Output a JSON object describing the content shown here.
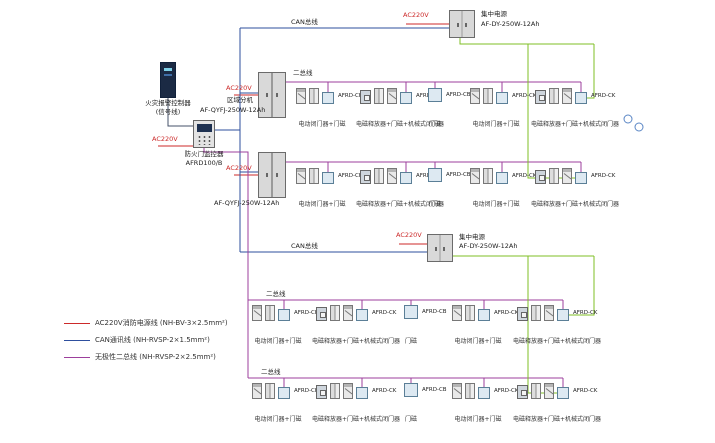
{
  "labels": {
    "can_bus": "CAN总线",
    "two_bus": "二总线",
    "ac220v": "AC220V",
    "central_power_name": "集中电源",
    "central_power_model": "AF-DY-250W-12Ah",
    "regional_unit_name": "区域分机",
    "regional_unit_model": "AF-QYFJ-250W-12Ah",
    "fire_alarm_controller_name": "火灾报警控制器",
    "fire_alarm_controller_sub": "(信号线)",
    "door_monitor_name": "防火门监控器",
    "door_monitor_model": "AFRD100/B"
  },
  "legend": {
    "items": [
      {
        "label": "AC220V消防电源线 (NH-BV-3×2.5mm²)",
        "color": "#cc2a2a"
      },
      {
        "label": "CAN通讯线 (NH-RVSP-2×1.5mm²)",
        "color": "#2e4f9e"
      },
      {
        "label": "无极性二总线 (NH-RVSP-2×2.5mm²)",
        "color": "#9c3f9c"
      }
    ]
  },
  "line_colors": {
    "dc_power": "#7fbf26",
    "signal": "#44506a"
  },
  "rows": [
    {
      "groups": [
        {
          "type": "electric",
          "module": "AFRD-CK",
          "caption": "电动闭门器+门磁"
        },
        {
          "type": "release",
          "module": "AFRD-CK",
          "caption": "电磁释放器+门磁+机械式闭门器"
        },
        {
          "type": "magnet",
          "module": "AFRD-CB",
          "caption": "门磁"
        },
        {
          "type": "electric",
          "module": "AFRD-CK",
          "caption": "电动闭门器+门磁"
        },
        {
          "type": "release",
          "module": "AFRD-CK",
          "caption": "电磁释放器+门磁+机械式闭门器"
        }
      ]
    },
    {
      "groups": [
        {
          "type": "electric",
          "module": "AFRD-CK",
          "caption": "电动闭门器+门磁"
        },
        {
          "type": "release",
          "module": "AFRD-CK",
          "caption": "电磁释放器+门磁+机械式闭门器"
        },
        {
          "type": "magnet",
          "module": "AFRD-CB",
          "caption": "门磁"
        },
        {
          "type": "electric",
          "module": "AFRD-CK",
          "caption": "电动闭门器+门磁"
        },
        {
          "type": "release",
          "module": "AFRD-CK",
          "caption": "电磁释放器+门磁+机械式闭门器"
        }
      ]
    },
    {
      "groups": [
        {
          "type": "electric",
          "module": "AFRD-CK",
          "caption": "电动闭门器+门磁"
        },
        {
          "type": "release",
          "module": "AFRD-CK",
          "caption": "电磁释放器+门磁+机械式闭门器"
        },
        {
          "type": "magnet",
          "module": "AFRD-CB",
          "caption": "门磁"
        },
        {
          "type": "electric",
          "module": "AFRD-CK",
          "caption": "电动闭门器+门磁"
        },
        {
          "type": "release",
          "module": "AFRD-CK",
          "caption": "电磁释放器+门磁+机械式闭门器"
        }
      ]
    },
    {
      "groups": [
        {
          "type": "electric",
          "module": "AFRD-CK",
          "caption": "电动闭门器+门磁"
        },
        {
          "type": "release",
          "module": "AFRD-CK",
          "caption": "电磁释放器+门磁+机械式闭门器"
        },
        {
          "type": "magnet",
          "module": "AFRD-CB",
          "caption": "门磁"
        },
        {
          "type": "electric",
          "module": "AFRD-CK",
          "caption": "电动闭门器+门磁"
        },
        {
          "type": "release",
          "module": "AFRD-CK",
          "caption": "电磁释放器+门磁+机械式闭门器"
        }
      ]
    }
  ]
}
